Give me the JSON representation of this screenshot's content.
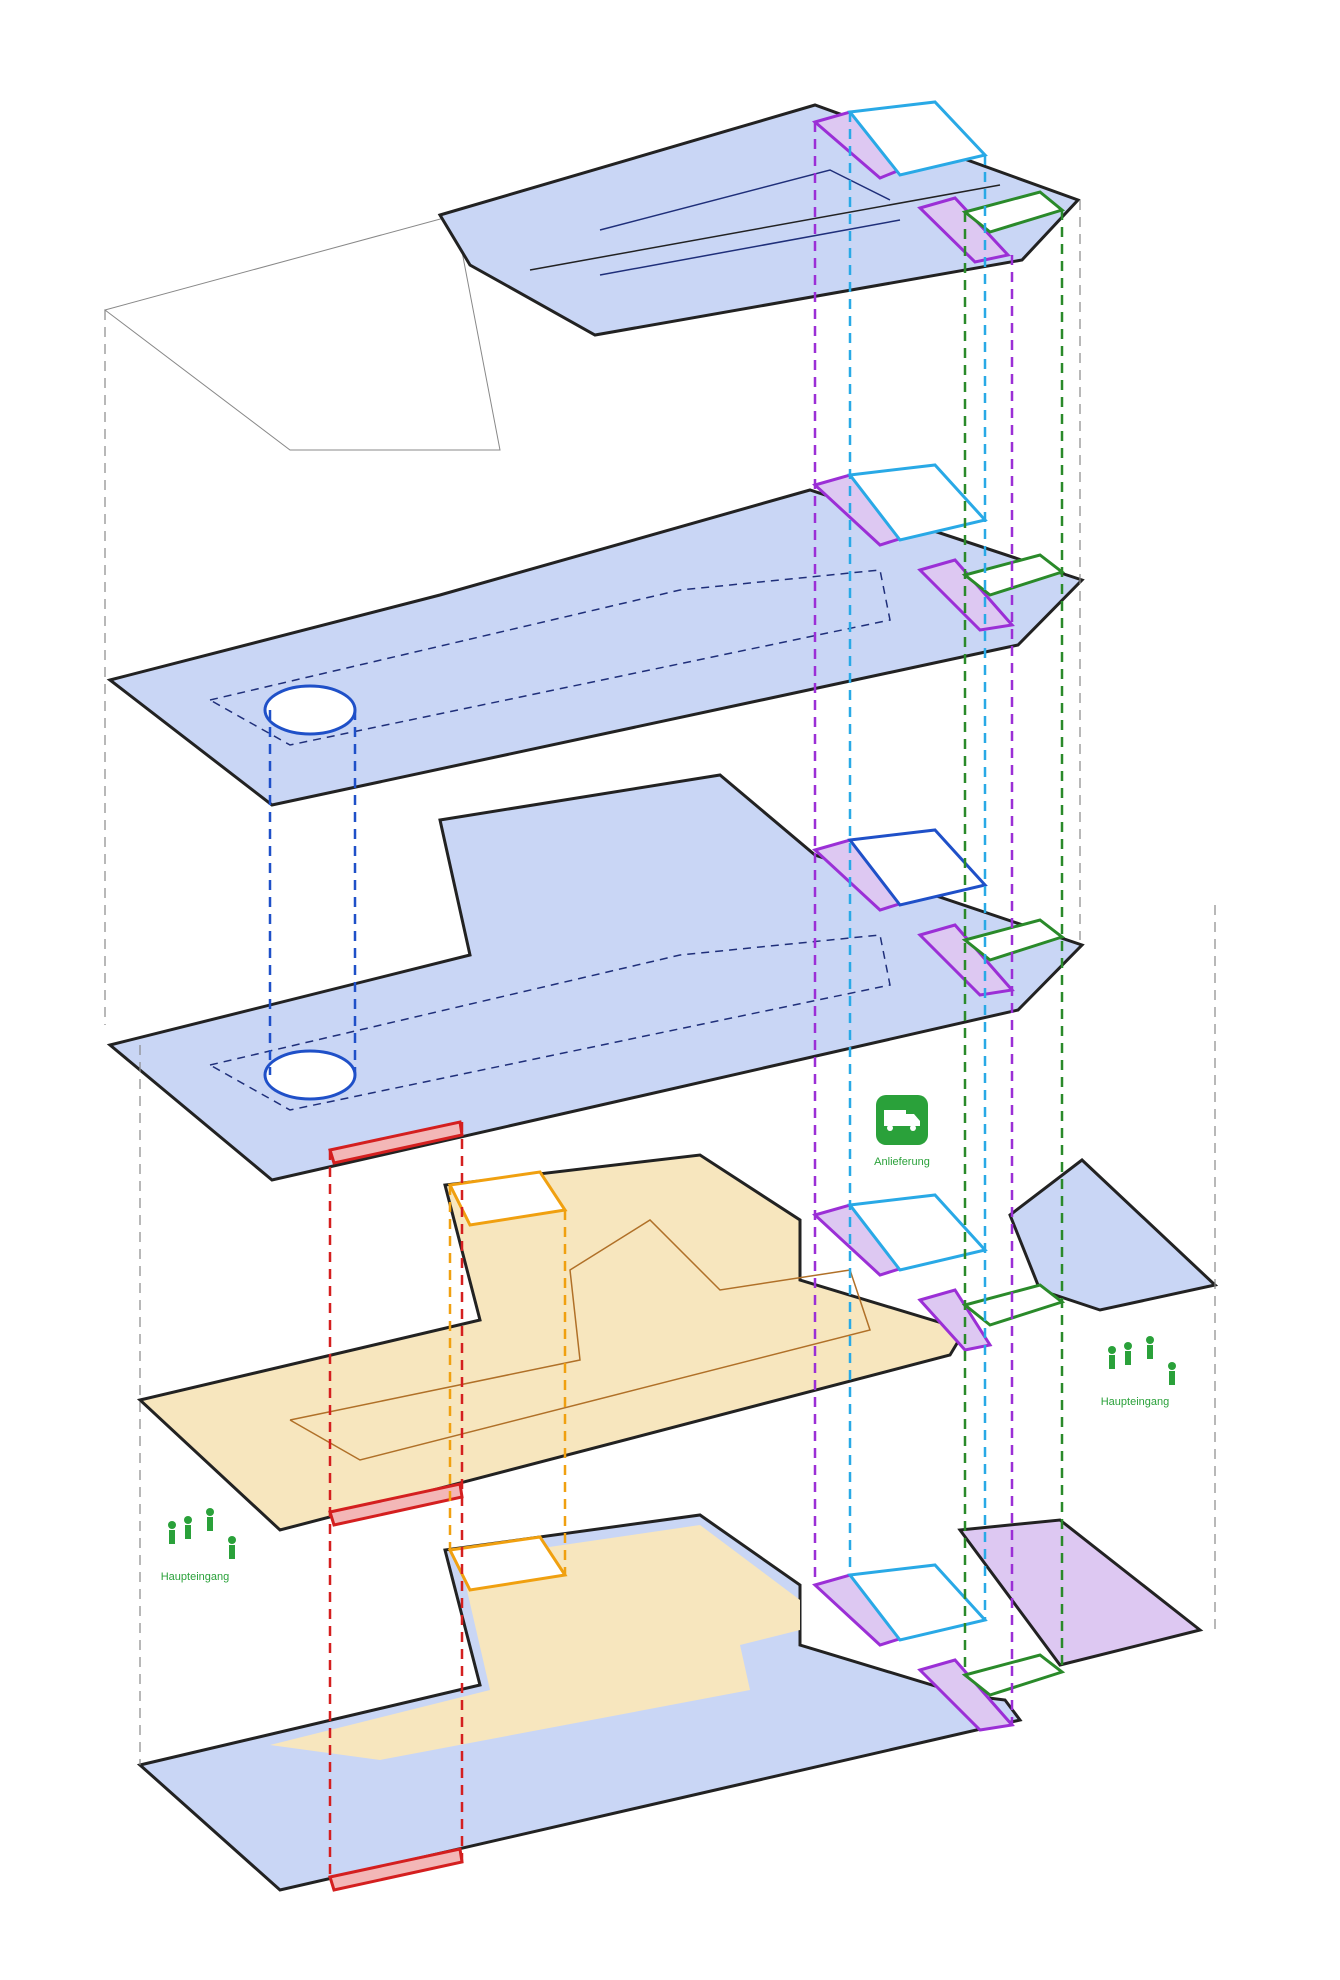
{
  "labels": {
    "delivery": "Anlieferung",
    "entrance_left": "Haupteingang",
    "entrance_right": "Haupteingang"
  },
  "icons": {
    "delivery": "delivery-truck-icon",
    "entrance": "pedestrians-icon"
  },
  "colors": {
    "floor_blue": "#c9d6f5",
    "floor_yellow": "#f7e6be",
    "core_purple": "#ddc8f2",
    "outline": "#222222",
    "stair_red": "#d41f1f",
    "stair_orange": "#f0a010",
    "shaft_purple": "#9b2fd6",
    "shaft_cyan": "#29a9e6",
    "shaft_green": "#2a8a2a",
    "spiral_blue": "#1f50c8",
    "route_navy": "#1f2f7a",
    "route_brown": "#b07028",
    "icon_green": "#2aa13a"
  }
}
